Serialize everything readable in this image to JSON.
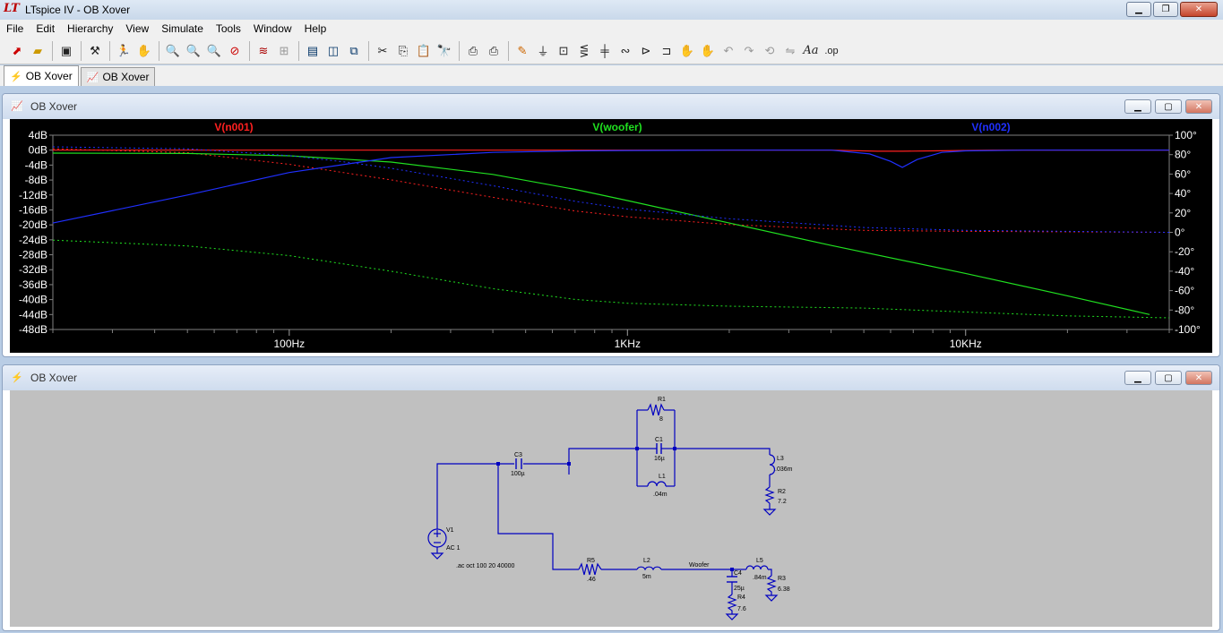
{
  "window": {
    "title": "LTspice IV - OB Xover",
    "logo": "LT"
  },
  "menu": [
    "File",
    "Edit",
    "Hierarchy",
    "View",
    "Simulate",
    "Tools",
    "Window",
    "Help"
  ],
  "toolbar_icons": [
    "new-schematic-icon",
    "open-icon",
    "save-icon",
    "control-panel-icon",
    "run-icon",
    "halt-icon",
    "zoom-in-icon",
    "zoom-out-icon",
    "zoom-fit-icon",
    "zoom-cancel-icon",
    "autorange-icon",
    "grid-icon",
    "tile-horizontal-icon",
    "cascade-icon",
    "close-windows-icon",
    "cut-icon",
    "copy-icon",
    "paste-icon",
    "find-icon",
    "print-setup-icon",
    "print-icon",
    "wire-icon",
    "ground-icon",
    "label-icon",
    "resistor-icon",
    "capacitor-icon",
    "inductor-icon",
    "diode-icon",
    "component-icon",
    "move-icon",
    "drag-icon",
    "undo-icon",
    "redo-icon",
    "rotate-icon",
    "mirror-icon",
    "text-icon",
    "spice-directive-icon"
  ],
  "tabs": [
    {
      "label": "OB Xover",
      "icon": "schematic-icon"
    },
    {
      "label": "OB Xover",
      "icon": "waveform-icon"
    }
  ],
  "plot_window": {
    "title": "OB Xover"
  },
  "schematic_window": {
    "title": "OB Xover"
  },
  "chart_data": {
    "type": "line",
    "x_scale": "log",
    "xlim": [
      20,
      40000
    ],
    "x_ticks": [
      100,
      1000,
      10000
    ],
    "x_tick_labels": [
      "100Hz",
      "1KHz",
      "10KHz"
    ],
    "ylim_left": [
      -48,
      4
    ],
    "y_ticks_left": [
      "4dB",
      "0dB",
      "-4dB",
      "-8dB",
      "-12dB",
      "-16dB",
      "-20dB",
      "-24dB",
      "-28dB",
      "-32dB",
      "-36dB",
      "-40dB",
      "-44dB",
      "-48dB"
    ],
    "ylim_right": [
      -100,
      100
    ],
    "y_ticks_right": [
      "100°",
      "80°",
      "60°",
      "40°",
      "20°",
      "0°",
      "-20°",
      "-40°",
      "-60°",
      "-80°",
      "-100°"
    ],
    "background": "#000000",
    "series": [
      {
        "name": "V(n001)",
        "color": "#ff2020",
        "mag": [
          [
            20,
            0
          ],
          [
            20000,
            0
          ],
          [
            40000,
            0
          ]
        ],
        "mag_points": [
          [
            20,
            0
          ],
          [
            1000,
            0
          ],
          [
            1700,
            0
          ],
          [
            4000,
            0
          ],
          [
            5500,
            -0.3
          ],
          [
            6500,
            -0.3
          ],
          [
            8000,
            -0.2
          ],
          [
            12000,
            0
          ],
          [
            40000,
            0
          ]
        ],
        "phase": [
          [
            20,
            86
          ],
          [
            50,
            82
          ],
          [
            100,
            70
          ],
          [
            200,
            54
          ],
          [
            400,
            36
          ],
          [
            700,
            22
          ],
          [
            1000,
            16
          ],
          [
            2000,
            8
          ],
          [
            5000,
            2
          ],
          [
            10000,
            1
          ],
          [
            40000,
            0
          ]
        ]
      },
      {
        "name": "V(woofer)",
        "color": "#20e020",
        "mag": [
          [
            20,
            -0.8
          ],
          [
            50,
            -0.9
          ],
          [
            100,
            -1.5
          ],
          [
            200,
            -3.2
          ],
          [
            400,
            -6.5
          ],
          [
            700,
            -10.5
          ],
          [
            1000,
            -13.5
          ],
          [
            2000,
            -19.5
          ],
          [
            4000,
            -25.5
          ],
          [
            10000,
            -33
          ],
          [
            20000,
            -39
          ],
          [
            35000,
            -44
          ]
        ],
        "phase": [
          [
            20,
            -8
          ],
          [
            50,
            -14
          ],
          [
            100,
            -24
          ],
          [
            200,
            -40
          ],
          [
            400,
            -58
          ],
          [
            700,
            -69
          ],
          [
            1000,
            -73
          ],
          [
            2000,
            -76
          ],
          [
            5000,
            -78
          ],
          [
            10000,
            -82
          ],
          [
            20000,
            -86
          ],
          [
            40000,
            -88
          ]
        ]
      },
      {
        "name": "V(n002)",
        "color": "#2030ff",
        "mag": [
          [
            20,
            -19.5
          ],
          [
            50,
            -12
          ],
          [
            100,
            -6
          ],
          [
            200,
            -2
          ],
          [
            400,
            -0.6
          ],
          [
            700,
            -0.2
          ],
          [
            1000,
            -0.1
          ],
          [
            2000,
            0
          ],
          [
            4000,
            0
          ],
          [
            5200,
            -1
          ],
          [
            6000,
            -3
          ],
          [
            6500,
            -4.6
          ],
          [
            7200,
            -2.5
          ],
          [
            8500,
            -0.6
          ],
          [
            10000,
            -0.2
          ],
          [
            15000,
            0
          ],
          [
            40000,
            0
          ]
        ],
        "phase": [
          [
            20,
            88
          ],
          [
            50,
            86
          ],
          [
            100,
            79
          ],
          [
            150,
            72
          ],
          [
            200,
            66
          ],
          [
            400,
            48
          ],
          [
            700,
            32
          ],
          [
            1000,
            24
          ],
          [
            2000,
            14
          ],
          [
            5000,
            5
          ],
          [
            10000,
            2
          ],
          [
            40000,
            0
          ]
        ]
      }
    ]
  },
  "schematic": {
    "components": [
      {
        "ref": "R1",
        "value": "8"
      },
      {
        "ref": "C1",
        "value": "16µ"
      },
      {
        "ref": "L1",
        "value": ".04m"
      },
      {
        "ref": "C3",
        "value": "100µ"
      },
      {
        "ref": "L3",
        "value": ".036m"
      },
      {
        "ref": "R2",
        "value": "7.2"
      },
      {
        "ref": "V1",
        "value": "AC 1"
      },
      {
        "ref": "R5",
        "value": ".46"
      },
      {
        "ref": "L2",
        "value": "5m"
      },
      {
        "ref": "C4",
        "value": "25µ"
      },
      {
        "ref": "R4",
        "value": "7.6"
      },
      {
        "ref": "L5",
        "value": ".84m"
      },
      {
        "ref": "R3",
        "value": "6.38"
      }
    ],
    "net_label": "Woofer",
    "directive": ".ac oct 100 20 40000"
  }
}
